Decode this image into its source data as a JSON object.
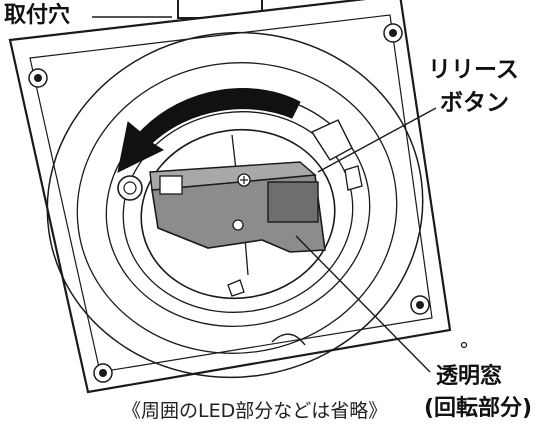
{
  "labels": {
    "mounting_hole": "取付穴",
    "release_button_line1": "リリース",
    "release_button_line2": "ボタン",
    "window_line1": "透明窓",
    "window_line2": "(回転部分)"
  },
  "caption": "《周囲のLED部分などは省略》",
  "colors": {
    "line": "#1a1a1a",
    "panel_fill": "#ffffff",
    "body_gray": "#8c8c8c",
    "body_dark": "#5a5a5a",
    "arrow_fill": "#111111"
  }
}
